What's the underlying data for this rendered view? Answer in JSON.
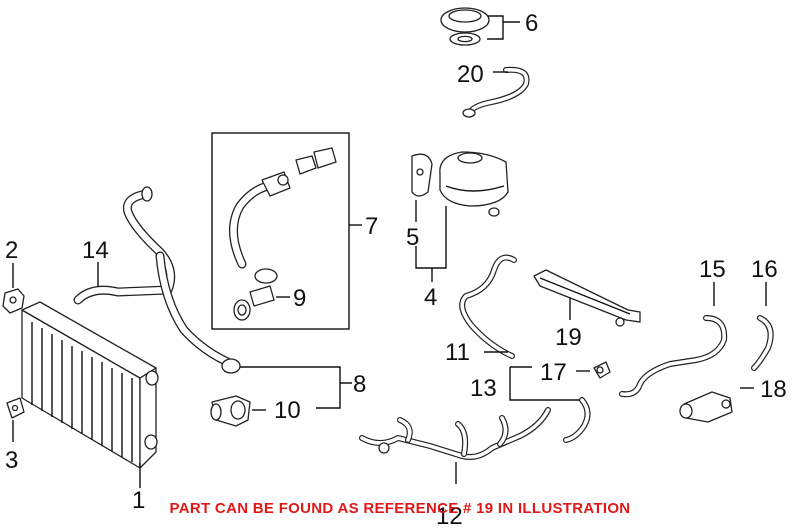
{
  "callouts": {
    "c1": "1",
    "c2": "2",
    "c3": "3",
    "c4": "4",
    "c5": "5",
    "c6": "6",
    "c7": "7",
    "c8": "8",
    "c9": "9",
    "c10": "10",
    "c11": "11",
    "c12": "12",
    "c13": "13",
    "c14": "14",
    "c15": "15",
    "c16": "16",
    "c17": "17",
    "c18": "18",
    "c19": "19",
    "c20": "20"
  },
  "notice": "PART CAN BE FOUND AS REFERENCE # 19 IN ILLUSTRATION",
  "colors": {
    "notice": "#e01818",
    "line": "#111111"
  }
}
